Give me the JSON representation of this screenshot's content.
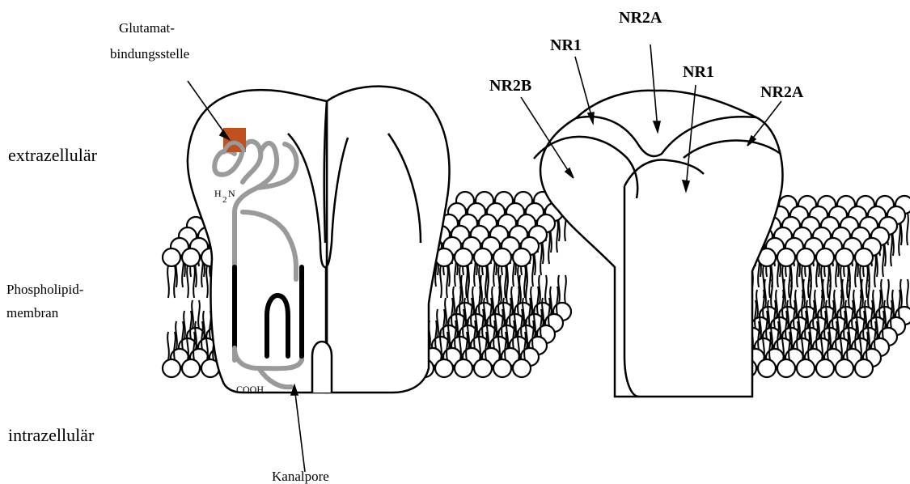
{
  "regions": {
    "extracellular": "extrazellulär",
    "membrane_line1": "Phospholipid-",
    "membrane_line2": "membran",
    "intracellular": "intrazellulär"
  },
  "left_receptor": {
    "binding_site_line1": "Glutamat-",
    "binding_site_line2": "bindungsstelle",
    "n_terminus": "H",
    "n_terminus_sub": "2",
    "n_terminus_suffix": "N",
    "c_terminus": "COOH",
    "pore": "Kanalpore"
  },
  "right_receptor": {
    "subunits": [
      "NR2B",
      "NR1",
      "NR2A",
      "NR1",
      "NR2A"
    ]
  },
  "colors": {
    "binding_site": "#c0501c",
    "chain": "#9a9a9a",
    "outline": "#000000"
  }
}
